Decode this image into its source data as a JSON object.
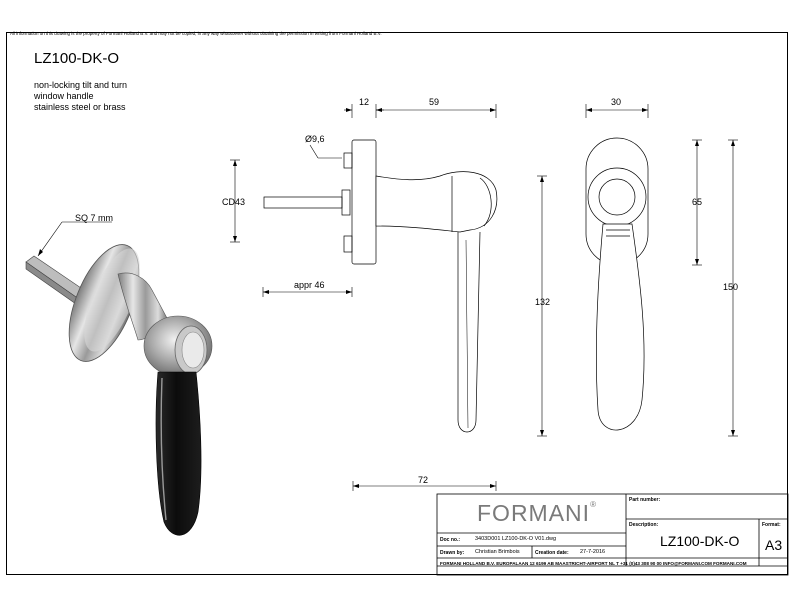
{
  "drawing": {
    "notice": "All information on this drawing is the property of Formani Holland B.V. and may not be copied, in any way whatsoever without obtaining the permission in writing from Formani Holland B.V.",
    "title": "LZ100-DK-O",
    "description_lines": [
      "non-locking tilt and turn",
      "window handle",
      "stainless steel or brass"
    ]
  },
  "dimensions": {
    "sq": "SQ 7 mm",
    "d12": "12",
    "d59": "59",
    "d30": "30",
    "d96": "Ø9,6",
    "cd43": "CD43",
    "d65": "65",
    "appr46": "appr 46",
    "d132": "132",
    "d150": "150",
    "d72": "72"
  },
  "title_block": {
    "brand": "FORMANI",
    "brand_mark": "®",
    "part_number_label": "Part number:",
    "part_number": "",
    "description_label": "Description:",
    "description": "LZ100-DK-O",
    "format_label": "Format:",
    "format": "A3",
    "doc_label": "Doc no.:",
    "doc_no": "3403D001 LZ100-DK-O V01.dwg",
    "drawn_label": "Drawn by:",
    "drawn_by": "Christian Brimbois",
    "created_label": "Creation date:",
    "created": "27-7-2016",
    "footer": "FORMANI HOLLAND B.V.   EUROPALAAN 12  6199 AB MAASTRICHT-AIRPORT NL  T +31 (0)43 308 90 00 INFO@FORMANI.COM FORMANI.COM"
  }
}
